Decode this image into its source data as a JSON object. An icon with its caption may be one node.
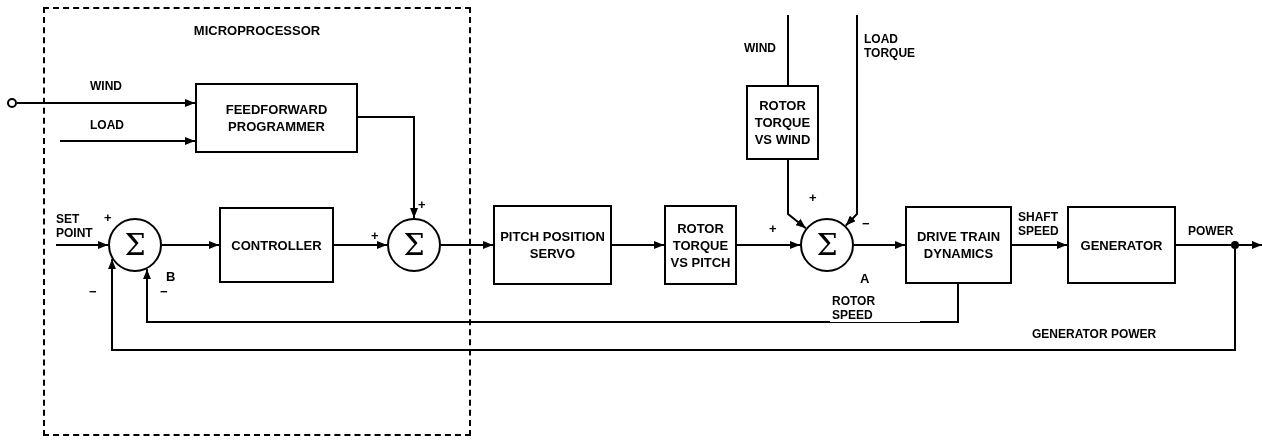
{
  "diagram": {
    "nodes": [
      {
        "text": [
          "MICROPROCESSOR"
        ]
      },
      {
        "text": [
          "FEEDFORWARD PROGRAMMER"
        ],
        "in": 0
      },
      {
        "text": [
          "Σ"
        ],
        "in": 0,
        "beside": [
          "B"
        ]
      },
      {
        "text": [
          "CONTROLLER"
        ],
        "in": 0
      },
      {
        "text": [
          "Σ"
        ],
        "in": 0
      },
      {
        "text": [
          "PITCH POSITION SERVO"
        ]
      },
      {
        "text": [
          "ROTOR TORQUE VS PITCH"
        ]
      },
      {
        "text": [
          "ROTOR TORQUE VS WIND"
        ]
      },
      {
        "text": [
          "Σ"
        ],
        "beside": [
          "A"
        ]
      },
      {
        "text": [
          "DRIVE TRAIN DYNAMICS"
        ]
      },
      {
        "text": [
          "GENERATOR"
        ]
      },
      {
        "text": [],
        "shape": "circle"
      },
      {
        "text": [],
        "shape": "circle"
      }
    ],
    "edges": [
      {
        "from": 12,
        "to": 1,
        "arrow": "to",
        "label": "WIND"
      },
      {
        "from": null,
        "to": 1,
        "arrow": "to",
        "label": "LOAD"
      },
      {
        "from": 1,
        "to": 4,
        "arrow": "to"
      },
      {
        "from": null,
        "to": 2,
        "arrow": "to",
        "label": "SET POINT"
      },
      {
        "from": 2,
        "to": 3,
        "arrow": "to"
      },
      {
        "from": 3,
        "to": 4,
        "arrow": "to"
      },
      {
        "from": 4,
        "to": 5,
        "arrow": "to"
      },
      {
        "from": 5,
        "to": 6,
        "arrow": "to"
      },
      {
        "from": 6,
        "to": 8,
        "arrow": "to"
      },
      {
        "from": null,
        "to": 7,
        "arrow": "none",
        "label": "WIND"
      },
      {
        "from": 7,
        "to": 8,
        "arrow": "to"
      },
      {
        "from": null,
        "to": 8,
        "arrow": "to",
        "label": "LOAD TORQUE"
      },
      {
        "from": 8,
        "to": 9,
        "arrow": "to"
      },
      {
        "from": 9,
        "to": 10,
        "arrow": "to",
        "label": "SHAFT SPEED"
      },
      {
        "from": 10,
        "to": 11,
        "arrow": "none",
        "label": "POWER"
      },
      {
        "from": 11,
        "to": null,
        "arrow": "to"
      },
      {
        "from": 9,
        "to": 2,
        "arrow": "to",
        "label": "ROTOR SPEED"
      },
      {
        "from": 11,
        "to": 2,
        "arrow": "to",
        "label": "GENERATOR POWER"
      }
    ],
    "labels": [
      "+",
      "+",
      "+",
      "−",
      "+",
      "+",
      "−",
      "−"
    ]
  }
}
